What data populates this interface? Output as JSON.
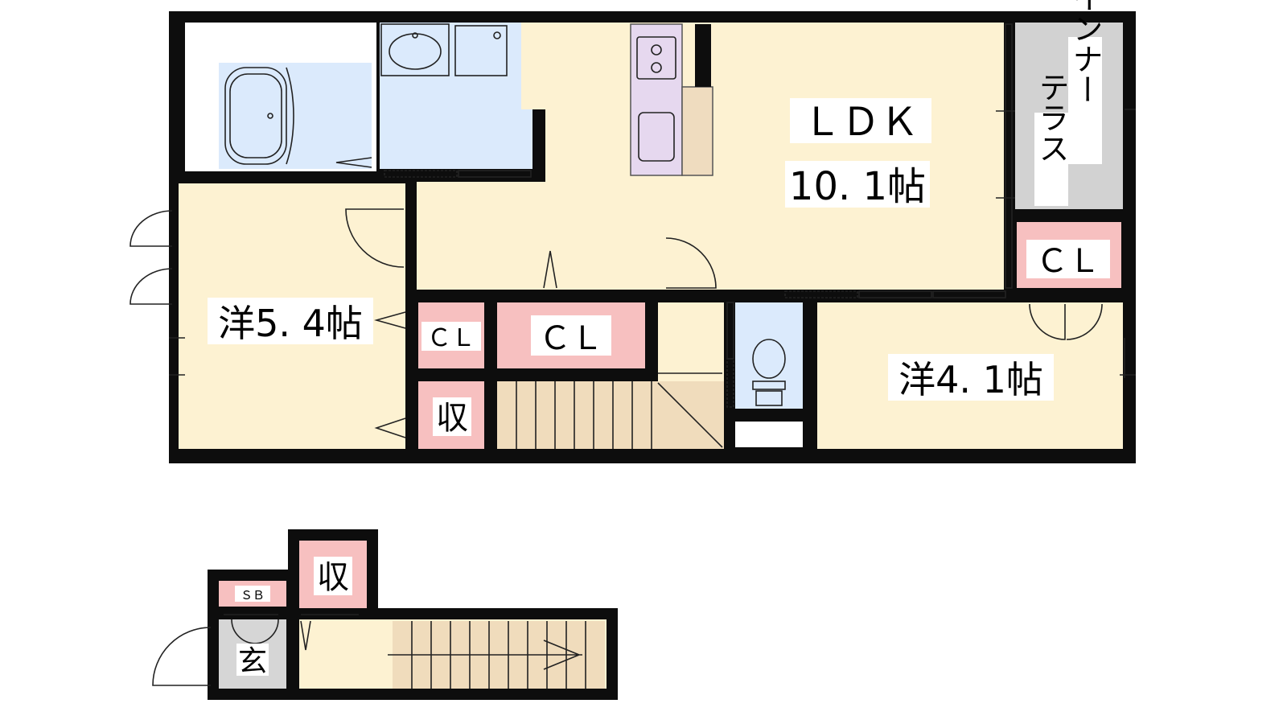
{
  "colors": {
    "living": "#fdf2d2",
    "wet": "#dbeafc",
    "closet": "#f7c0c0",
    "kitchen": "#e6d8ef",
    "counter": "#efdcbf",
    "stairs": "#f0dcbc",
    "terrace": "#d2d2d2",
    "genkan": "#d6d6d6",
    "wall": "#0d0d0d"
  },
  "rooms": {
    "ldk": {
      "name": "ＬＤＫ",
      "size": "10. 1帖"
    },
    "western_1": {
      "label": "洋5. 4帖"
    },
    "western_2": {
      "label": "洋4. 1帖"
    },
    "inner_terrace": {
      "line1": "インナー",
      "line2": "テラス"
    },
    "closet_terrace": "ＣＬ",
    "closet_small": "ＣＬ",
    "closet_large": "ＣＬ",
    "storage_upper": "収",
    "storage_lower": "収",
    "shoe_box": "ＳＢ",
    "entrance": "玄"
  },
  "icons": [
    "bathtub-icon",
    "washbasin-icon",
    "washing-machine-icon",
    "stove-icon",
    "sink-icon",
    "toilet-icon",
    "door-swing-icon",
    "stairs-icon"
  ]
}
